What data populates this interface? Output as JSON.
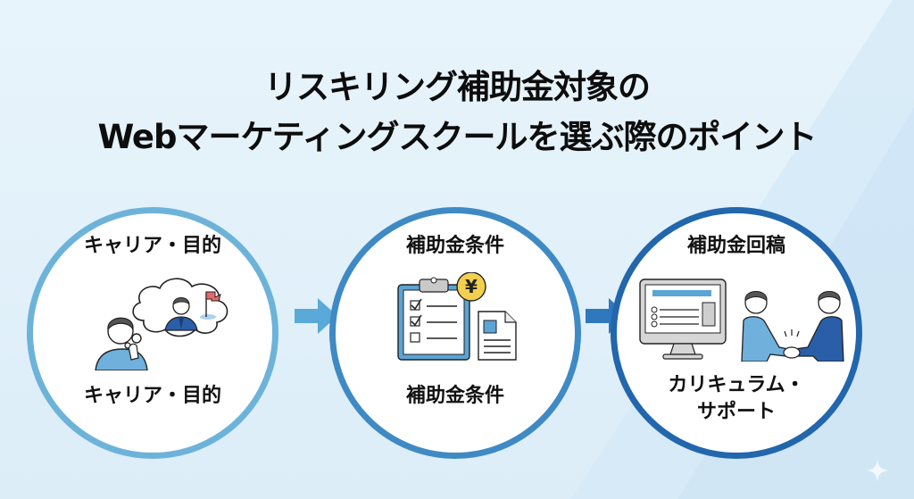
{
  "title": {
    "line1": "リスキリング補助金対象の",
    "line2": "Webマーケティングスクールを選ぶ際のポイント"
  },
  "steps": [
    {
      "top_label": "キャリア・目的",
      "bottom_label": "キャリア・目的",
      "icon": "thinking-person-career-goal-icon",
      "border_color": "#6db3d9"
    },
    {
      "top_label": "補助金条件",
      "bottom_label": "補助金条件",
      "icon": "checklist-yen-document-icon",
      "border_color": "#3f8ac4"
    },
    {
      "top_label": "補助金回稿",
      "bottom_label_line1": "カリキュラム・",
      "bottom_label_line2": "サポート",
      "icon": "monitor-handshake-icon",
      "border_color": "#2266ad"
    }
  ],
  "colors": {
    "background": "#e3f1fa",
    "arrow1": "#5aa9d8",
    "arrow2": "#2f78bd",
    "suit_blue": "#2a5ea8",
    "shirt_light": "#6fb0dc",
    "flag_red": "#e56a6a",
    "yen_yellow": "#f3cf4f"
  },
  "watermark_icon": "sparkle-icon"
}
